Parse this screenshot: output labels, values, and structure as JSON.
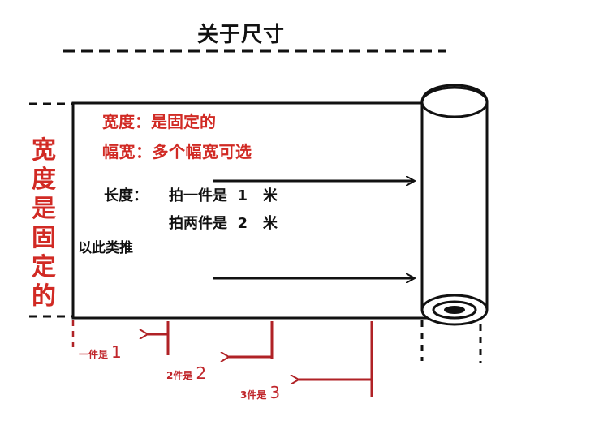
{
  "title": "关于尺寸",
  "width_fixed": "宽度：是固定的",
  "width_options": "幅宽：多个幅宽可选",
  "vertical_label": "宽度是固定的",
  "length_label": "长度：",
  "length_one": "拍一件是  1   米",
  "length_two": "拍两件是  2   米",
  "and_so_on": "以此类推",
  "counts": [
    {
      "label": "一件是",
      "num": "1"
    },
    {
      "label": "2件是",
      "num": "2"
    },
    {
      "label": "3件是",
      "num": "3"
    }
  ],
  "colors": {
    "accent_red": "#d12a24",
    "dark_red": "#b02226",
    "ink": "#111111"
  }
}
